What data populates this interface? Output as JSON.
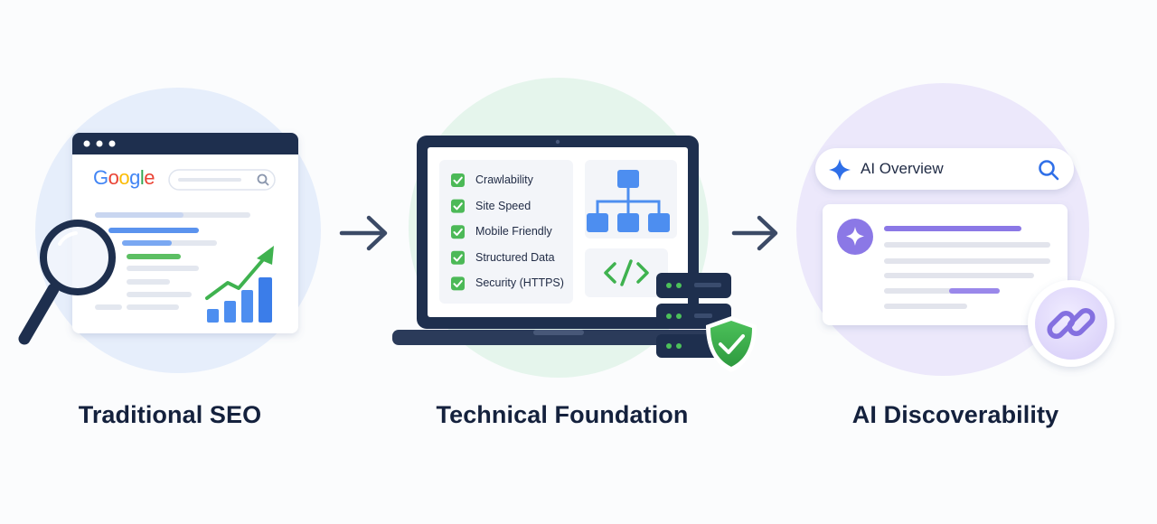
{
  "stages": [
    {
      "title": "Traditional SEO",
      "brand_logo_text": "Google"
    },
    {
      "title": "Technical Foundation",
      "checklist": [
        "Crawlability",
        "Site Speed",
        "Mobile Friendly",
        "Structured Data",
        "Security (HTTPS)"
      ],
      "code_symbol": "</>"
    },
    {
      "title": "AI Discoverability",
      "search_label": "AI Overview"
    }
  ],
  "colors": {
    "navy": "#1e2f4e",
    "blue": "#3b7de9",
    "green": "#3fb24f",
    "purple": "#8b78e6",
    "text": "#14213d"
  }
}
